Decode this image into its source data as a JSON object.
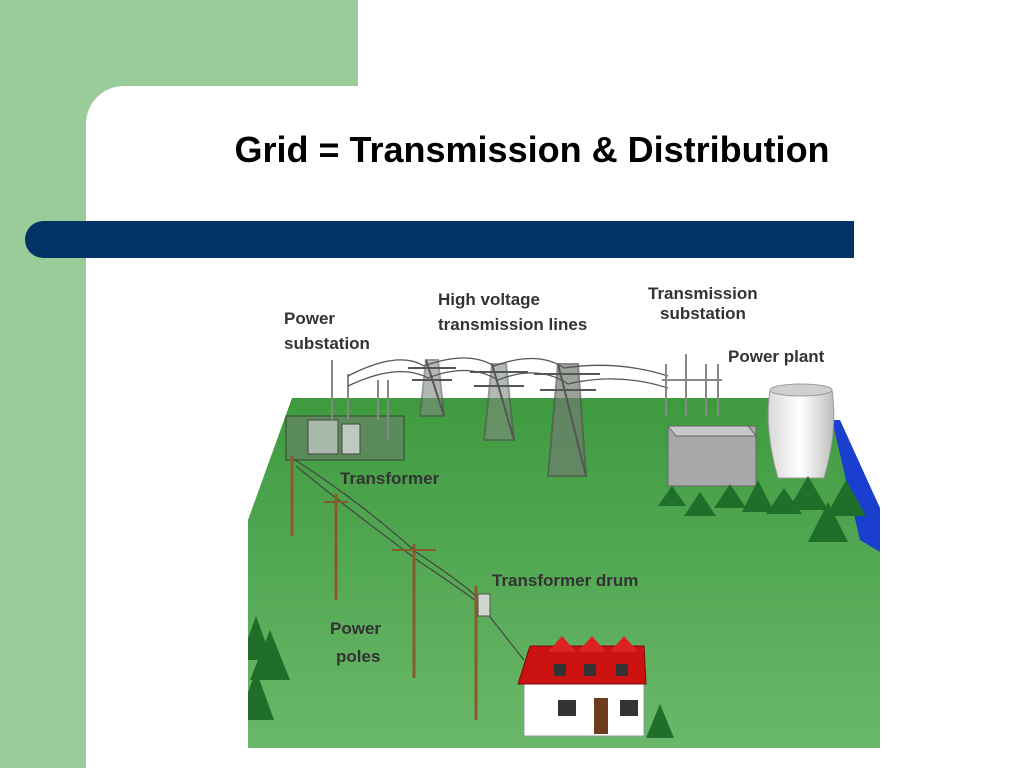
{
  "slide": {
    "title": "Grid = Transmission & Distribution"
  },
  "diagram": {
    "labels": {
      "power_substation_1": "Power",
      "power_substation_2": "substation",
      "high_voltage_1": "High voltage",
      "high_voltage_2": "transmission lines",
      "transmission_substation_1": "Transmission",
      "transmission_substation_2": "substation",
      "power_plant": "Power plant",
      "transformer": "Transformer",
      "transformer_drum": "Transformer drum",
      "power_poles_1": "Power",
      "power_poles_2": "poles"
    },
    "colors": {
      "panel_green": "#99cc99",
      "bar_blue": "#003366",
      "ground_green": "#4fa34f",
      "tree_green": "#1f6e2a",
      "river_blue": "#1a3fcf",
      "roof_red": "#cc1111"
    }
  }
}
